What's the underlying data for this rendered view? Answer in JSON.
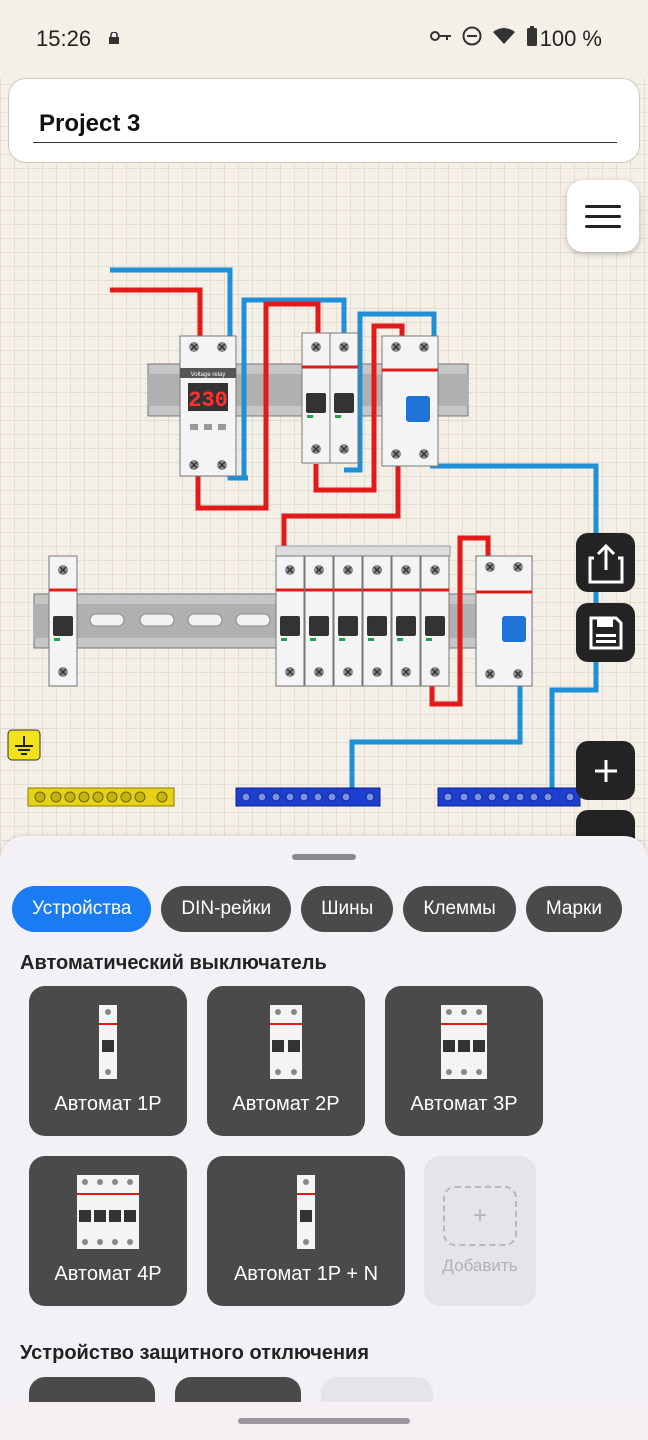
{
  "status_bar": {
    "time": "15:26",
    "battery": "100 %"
  },
  "project": {
    "title": "Project 3"
  },
  "relay": {
    "display": "230",
    "caption": "Voltage relay"
  },
  "sheet": {
    "chips": [
      {
        "label": "Устройства",
        "active": true
      },
      {
        "label": "DIN-рейки",
        "active": false
      },
      {
        "label": "Шины",
        "active": false
      },
      {
        "label": "Клеммы",
        "active": false
      },
      {
        "label": "Марки",
        "active": false
      }
    ],
    "sections": [
      {
        "title": "Автоматический выключатель"
      },
      {
        "title": "Устройство защитного отключения"
      }
    ],
    "tiles": [
      {
        "label": "Автомат 1P"
      },
      {
        "label": "Автомат 2P"
      },
      {
        "label": "Автомат 3P"
      },
      {
        "label": "Автомат 4P"
      },
      {
        "label": "Автомат 1P + N"
      }
    ],
    "add_label": "Добавить",
    "add_symbol": "+"
  },
  "colors": {
    "wire_phase": "#e31a1a",
    "wire_neutral": "#1f8fd6",
    "chip_active": "#1a7cf2",
    "bus_ground": "#e8d219",
    "bus_neutral": "#1c3fd0"
  }
}
